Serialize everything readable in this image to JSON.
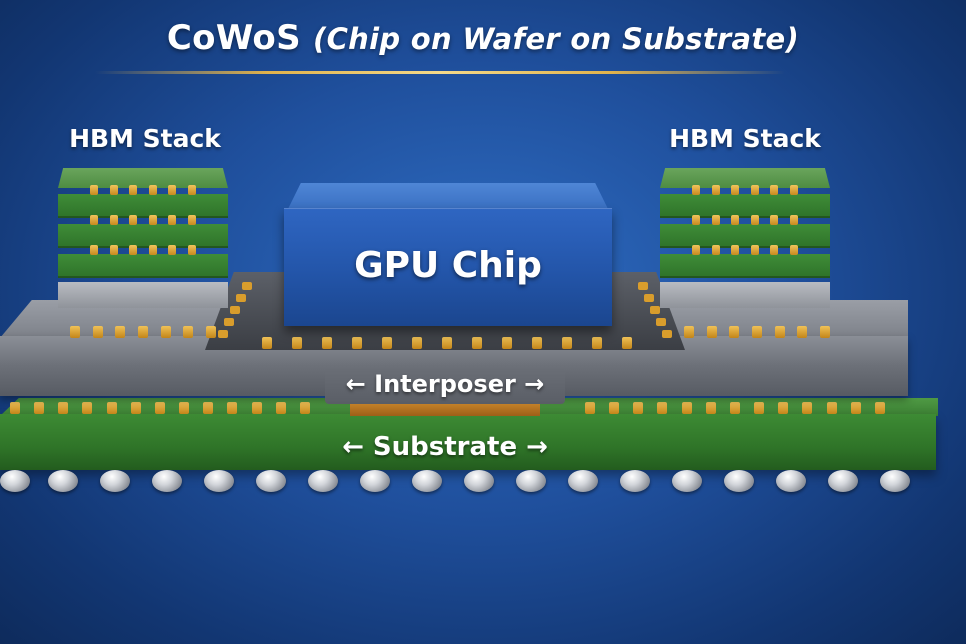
{
  "title": {
    "main": "CoWoS",
    "subtitle": "(Chip on Wafer on Substrate)"
  },
  "hbm_left": {
    "label": "HBM Stack"
  },
  "hbm_right": {
    "label": "HBM Stack"
  },
  "gpu": {
    "label": "GPU Chip"
  },
  "interposer": {
    "label": "← Interposer →"
  },
  "substrate": {
    "label": "← Substrate →"
  },
  "colors": {
    "background": "#1f4f9c",
    "hbm_green": "#3f8d38",
    "gpu_blue": "#2355a9",
    "interposer_gray": "#7d8189",
    "substrate_green": "#2f7428",
    "bump_gold": "#e0b24c",
    "title_rule_gold": "#e0b24c"
  }
}
